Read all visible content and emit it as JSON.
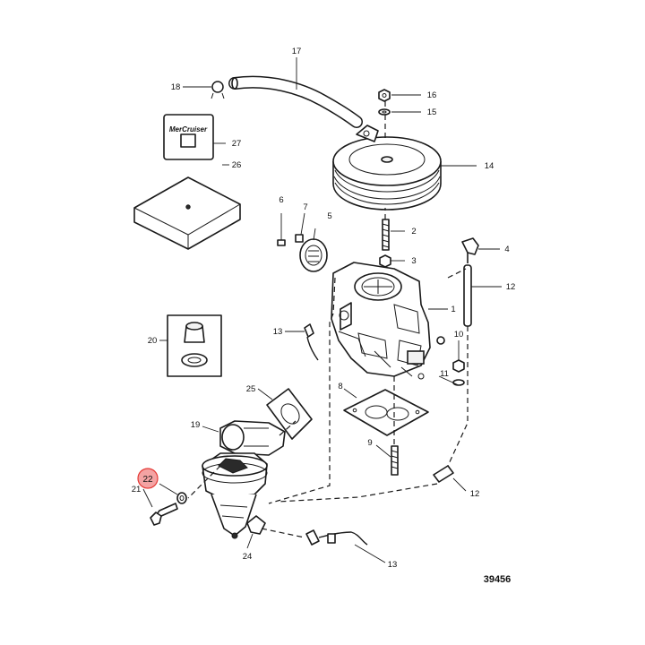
{
  "diagram": {
    "reference_number": "39456",
    "decal_text": "MerCruiser",
    "highlight_color": "#f4a3a3",
    "callouts": {
      "c1": "1",
      "c2": "2",
      "c3": "3",
      "c4": "4",
      "c5": "5",
      "c6": "6",
      "c7": "7",
      "c8": "8",
      "c9": "9",
      "c10": "10",
      "c11": "11",
      "c12a": "12",
      "c12b": "12",
      "c13a": "13",
      "c13b": "13",
      "c14": "14",
      "c15": "15",
      "c16": "16",
      "c17": "17",
      "c18": "18",
      "c19": "19",
      "c20": "20",
      "c21": "21",
      "c22": "22",
      "c24": "24",
      "c25": "25",
      "c26": "26",
      "c27": "27"
    }
  }
}
